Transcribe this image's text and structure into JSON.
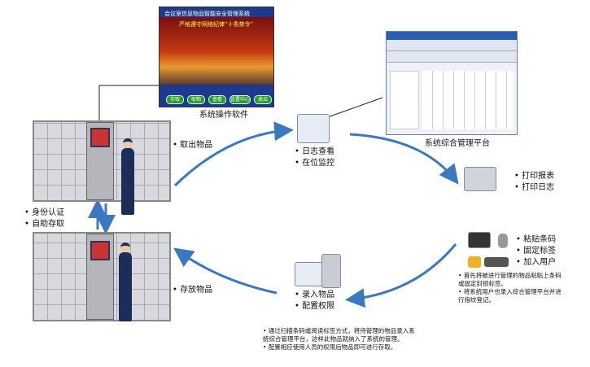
{
  "software": {
    "title": "系统操作软件",
    "screen_title": "会议室信息物品智能安全管理系统",
    "screen_subtitle": "严格遵守网络纪律“十条禁令”",
    "buttons": [
      "存取",
      "取物",
      "查看",
      "设置中心",
      "退出"
    ]
  },
  "platform": {
    "title": "系统综合管理平台"
  },
  "locker_top": {
    "items": [
      "取出物品"
    ]
  },
  "locker_bottom": {
    "items": [
      "存放物品"
    ]
  },
  "left_labels": [
    "身份认证",
    "自助存取"
  ],
  "monitor": {
    "items": [
      "日志查看",
      "在位监控"
    ]
  },
  "printer": {
    "items": [
      "打印报表",
      "打印日志"
    ]
  },
  "barcode": {
    "items": [
      "粘贴条码",
      "固定标签",
      "加入用户"
    ],
    "notes": [
      "首先将被进行管理的物品粘贴上条码或固定封锁标签。",
      "将系统用户也录入综合管理平台并进行指纹登记。"
    ]
  },
  "entry": {
    "items": [
      "录入物品",
      "配置权限"
    ],
    "notes": [
      "通过扫描条码或阅读标签方式，将待管理的物品录入系统综合管理平台，这样此物品就纳入了系统的管理。",
      "配置相应使用人员的权限后物品即可进行存取。"
    ]
  },
  "colors": {
    "arrow": "#3a78c0"
  }
}
